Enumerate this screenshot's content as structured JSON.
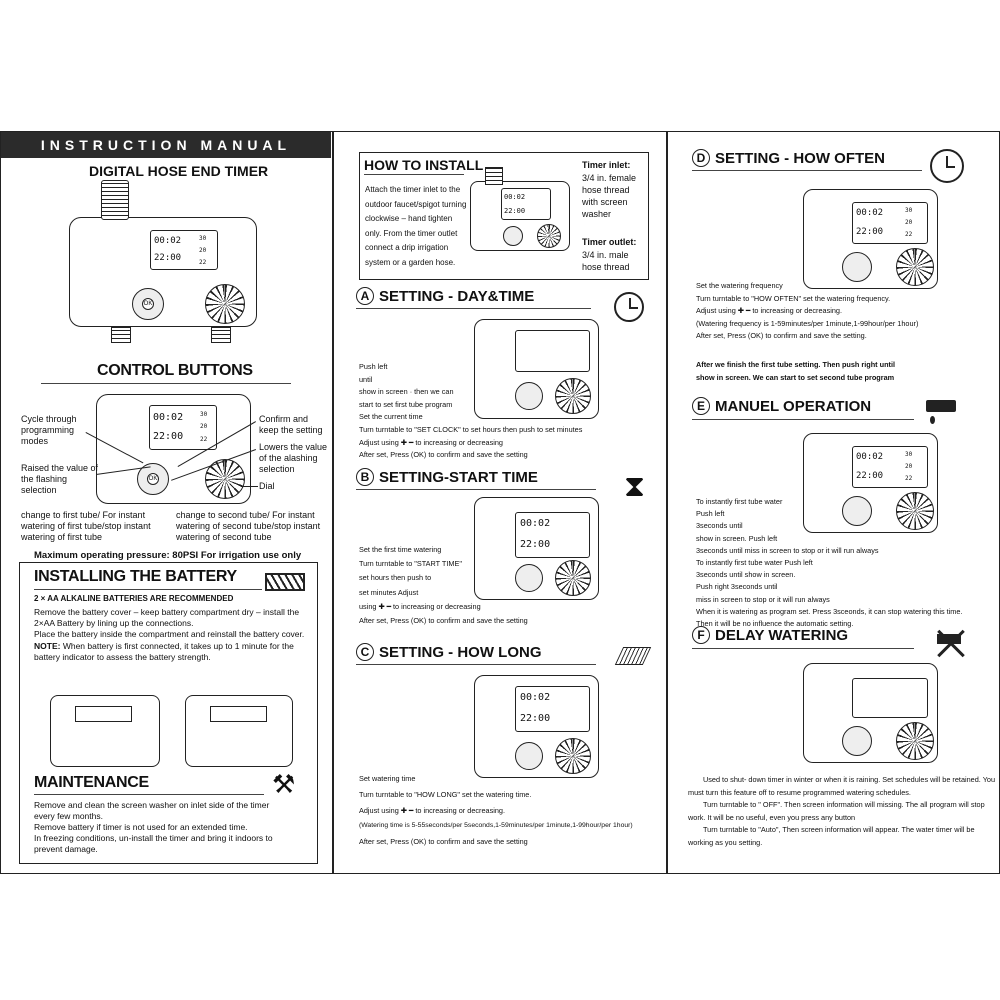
{
  "left": {
    "banner": "INSTRUCTION MANUAL",
    "title": "DIGITAL HOSE END TIMER",
    "control_title": "CONTROL BUTTONS",
    "callouts": {
      "cycle": "Cycle through programming modes",
      "confirm": "Confirm and keep the setting",
      "lowers": "Lowers the value of the alashing selection",
      "raised": "Raised the value of the flashing selection",
      "dial": "Dial",
      "first_tube": "change to first tube/ For instant watering of first tube/stop instant watering of first tube",
      "second_tube": "change to second tube/ For instant watering of second tube/stop instant watering of second tube"
    },
    "pressure": "Maximum operating pressure: 80PSI For irrigation use only",
    "battery": {
      "title": "INSTALLING THE BATTERY",
      "sub": "2 × AA ALKALINE BATTERIES ARE RECOMMENDED",
      "p1": "Remove the battery cover – keep battery compartment dry – install the 2×AA Battery by lining up the connections.",
      "p2": "Place the battery inside the compartment and reinstall the battery cover.",
      "note_label": "NOTE:",
      "note": " When battery is first connected, it takes up to 1 minute for the battery indicator to assess the battery strength."
    },
    "maintenance": {
      "title": "MAINTENANCE",
      "p1": "Remove and clean the screen washer on inlet side of the timer every few months.",
      "p2": "Remove battery if timer is not used for an extended time.",
      "p3": "In freezing conditions, un-install the timer and bring it indoors to prevent damage."
    }
  },
  "middle": {
    "install": {
      "title": "HOW TO INSTALL",
      "text": "Attach the timer inlet to the outdoor faucet/spigot turning clockwise – hand tighten only. From the timer outlet connect a drip irrigation system or a garden hose.",
      "inlet_label": "Timer inlet:",
      "inlet_text": "3/4 in. female hose thread with screen washer",
      "outlet_label": "Timer outlet:",
      "outlet_text": "3/4 in. male hose thread"
    },
    "sec_a": {
      "letter": "A",
      "title": "SETTING - DAY&TIME",
      "lines": [
        "Push left",
        "until",
        "show in screen · then we can",
        "start to set first tube program",
        "Set the current time",
        "Turn turntable to \"SET CLOCK\" to set hours then push      to set minutes",
        "Adjust using  ✚  ━  to increasing or decreasing",
        "After set, Press  (OK)  to confirm and save the setting"
      ]
    },
    "sec_b": {
      "letter": "B",
      "title": "SETTING-START TIME",
      "lines": [
        "Set the first time watering",
        "Turn turntable to \"START TIME\"",
        "set hours then push      to",
        "set minutes  Adjust",
        "using  ✚  ━  to increasing or decreasing",
        "After set, Press  (OK)  to confirm and save the setting"
      ]
    },
    "sec_c": {
      "letter": "C",
      "title": "SETTING - HOW LONG",
      "lines": [
        "Set watering time",
        "Turn turntable to \"HOW LONG\" set the watering time.",
        "Adjust using  ✚  ━  to increasing or decreasing.",
        "(Watering time is 5-55seconds/per 5seconds,1-59minutes/per 1minute,1-99hour/per 1hour)",
        "After set, Press  (OK)  to confirm and save the setting"
      ]
    }
  },
  "right": {
    "sec_d": {
      "letter": "D",
      "title": "SETTING - HOW OFTEN",
      "lines": [
        "Set the watering frequency",
        "Turn turntable to \"HOW OFTEN\" set the watering frequency.",
        "Adjust using  ✚  ━  to increasing or decreasing.",
        "(Watering frequency is 1-59minutes/per 1minute,1-99hour/per 1hour)",
        "After set, Press  (OK)  to confirm and save the setting."
      ],
      "bold1": "After we finish the first tube setting. Then push right        until",
      "bold2": "show in screen. We can start to set second tube program"
    },
    "sec_e": {
      "letter": "E",
      "title": "MANUEL OPERATION",
      "lines": [
        "To instantly first tube water",
        "Push left",
        "3seconds until",
        "show in screen. Push left",
        "3seconds until         miss in screen to stop or it will run always",
        "To instantly first tube water Push left",
        "3seconds until         show in screen.",
        "Push right      3seconds until",
        "miss in screen to stop or it will run always",
        "When it is watering as program set. Press      3sceonds, it can stop watering this time.",
        "Then it will be no influence the automatic setting."
      ]
    },
    "sec_f": {
      "letter": "F",
      "title": "DELAY WATERING",
      "p1": "Used to shut- down timer in winter or when it is raining. Set schedules will be retained. You must turn this feature off to resume programmed watering schedules.",
      "p2": "Turn turntable to \" OFF\". Then screen information will missing. The all program will stop work. It will be no useful, even you press any button",
      "p3": "Turn turntable to \"Auto\", Then screen information will appear. The water timer will be working as you setting."
    }
  },
  "screen_values": {
    "time1": "00:02",
    "time2": "22:00",
    "n1": "30",
    "n2": "20",
    "n3": "22",
    "ok": "OK"
  }
}
